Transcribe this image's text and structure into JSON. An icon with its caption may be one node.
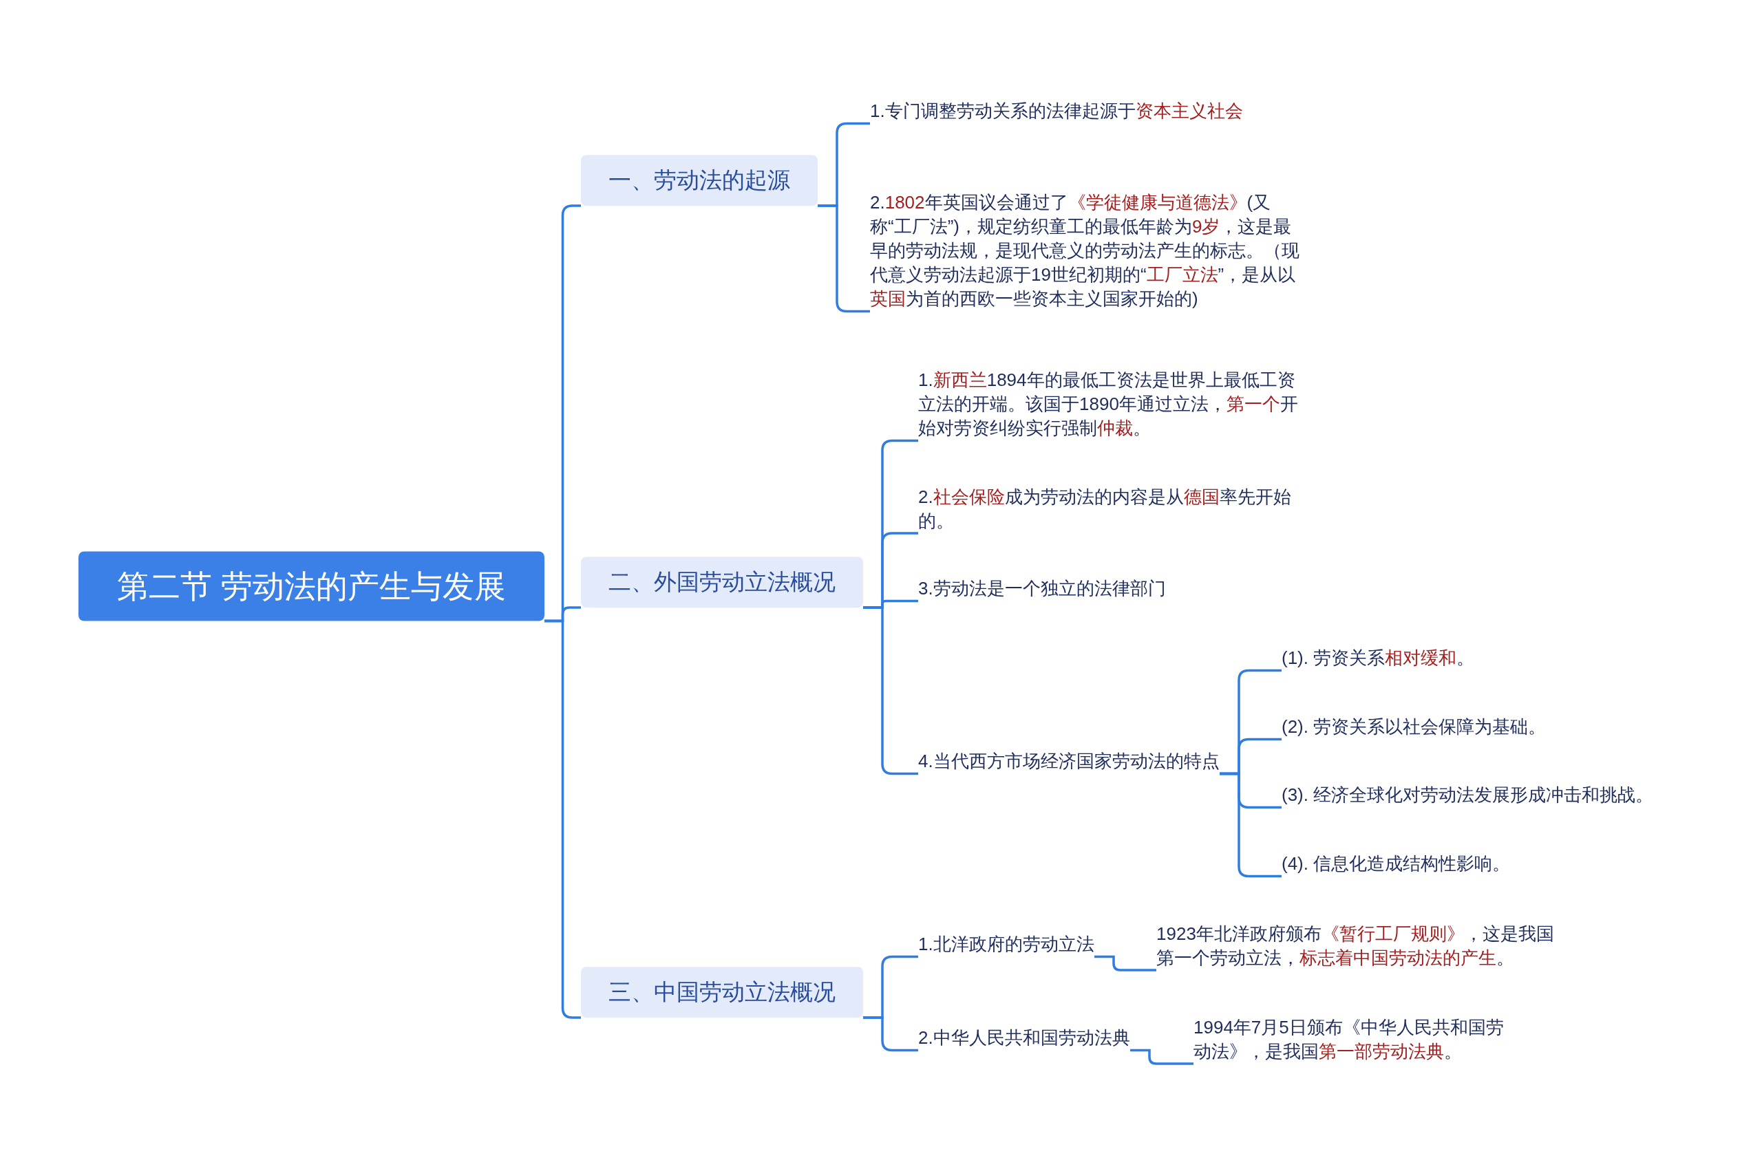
{
  "diagram": {
    "nodes": [
      {
        "text": [
          "第二节 劳动法的产生与发展"
        ]
      },
      {
        "text": [
          "一、劳动法的起源"
        ]
      },
      {
        "text": [
          "1.专门调整劳动关系的法律起源于**资本主义社会**"
        ]
      },
      {
        "text": [
          "2.**1802**年英国议会通过了**《学徒健康与道德法》**(又称“工厂法”)，规定纺织童工的最低年龄为**9岁**，这是最早的劳动法规，是现代意义的劳动法产生的标志。（现代意义劳动法起源于19世纪初期的“**工厂立法**”，是从以**英国**为首的西欧一些资本主义国家开始的)"
        ]
      },
      {
        "text": [
          "二、外国劳动立法概况"
        ]
      },
      {
        "text": [
          "1.**新西兰**1894年的最低工资法是世界上最低工资立法的开端。该国于1890年通过立法，**第一个**开始对劳资纠纷实行强制**仲裁**。"
        ]
      },
      {
        "text": [
          "2.**社会保险**成为劳动法的内容是从**德国**率先开始的。"
        ]
      },
      {
        "text": [
          "3.劳动法是一个独立的法律部门"
        ]
      },
      {
        "text": [
          "4.当代西方市场经济国家劳动法的特点"
        ]
      },
      {
        "text": [
          "(1). 劳资关系**相对缓和**。"
        ]
      },
      {
        "text": [
          "(2). 劳资关系以社会保障为基础。"
        ]
      },
      {
        "text": [
          "(3). 经济全球化对劳动法发展形成冲击和挑战。"
        ]
      },
      {
        "text": [
          "(4). 信息化造成结构性影响。"
        ]
      },
      {
        "text": [
          "三、中国劳动立法概况"
        ]
      },
      {
        "text": [
          "1.北洋政府的劳动立法"
        ]
      },
      {
        "text": [
          "1923年北洋政府颁布**《暂行工厂规则》**，这是我国第一个劳动立法，**标志着中国劳动法的产生**。"
        ]
      },
      {
        "text": [
          "2.中华人民共和国劳动法典"
        ]
      },
      {
        "text": [
          "1994年7月5日颁布《中华人民共和国劳动法》，是我国**第一部劳动法典**。"
        ]
      }
    ],
    "edges": [
      {
        "from": 0,
        "to": 1,
        "arrow": "none"
      },
      {
        "from": 0,
        "to": 4,
        "arrow": "none"
      },
      {
        "from": 0,
        "to": 13,
        "arrow": "none"
      },
      {
        "from": 1,
        "to": 2,
        "arrow": "none"
      },
      {
        "from": 1,
        "to": 3,
        "arrow": "none"
      },
      {
        "from": 4,
        "to": 5,
        "arrow": "none"
      },
      {
        "from": 4,
        "to": 6,
        "arrow": "none"
      },
      {
        "from": 4,
        "to": 7,
        "arrow": "none"
      },
      {
        "from": 4,
        "to": 8,
        "arrow": "none"
      },
      {
        "from": 8,
        "to": 9,
        "arrow": "none"
      },
      {
        "from": 8,
        "to": 10,
        "arrow": "none"
      },
      {
        "from": 8,
        "to": 11,
        "arrow": "none"
      },
      {
        "from": 8,
        "to": 12,
        "arrow": "none"
      },
      {
        "from": 13,
        "to": 14,
        "arrow": "none"
      },
      {
        "from": 13,
        "to": 16,
        "arrow": "none"
      },
      {
        "from": 14,
        "to": 15,
        "arrow": "none"
      },
      {
        "from": 16,
        "to": 17,
        "arrow": "none"
      }
    ]
  }
}
